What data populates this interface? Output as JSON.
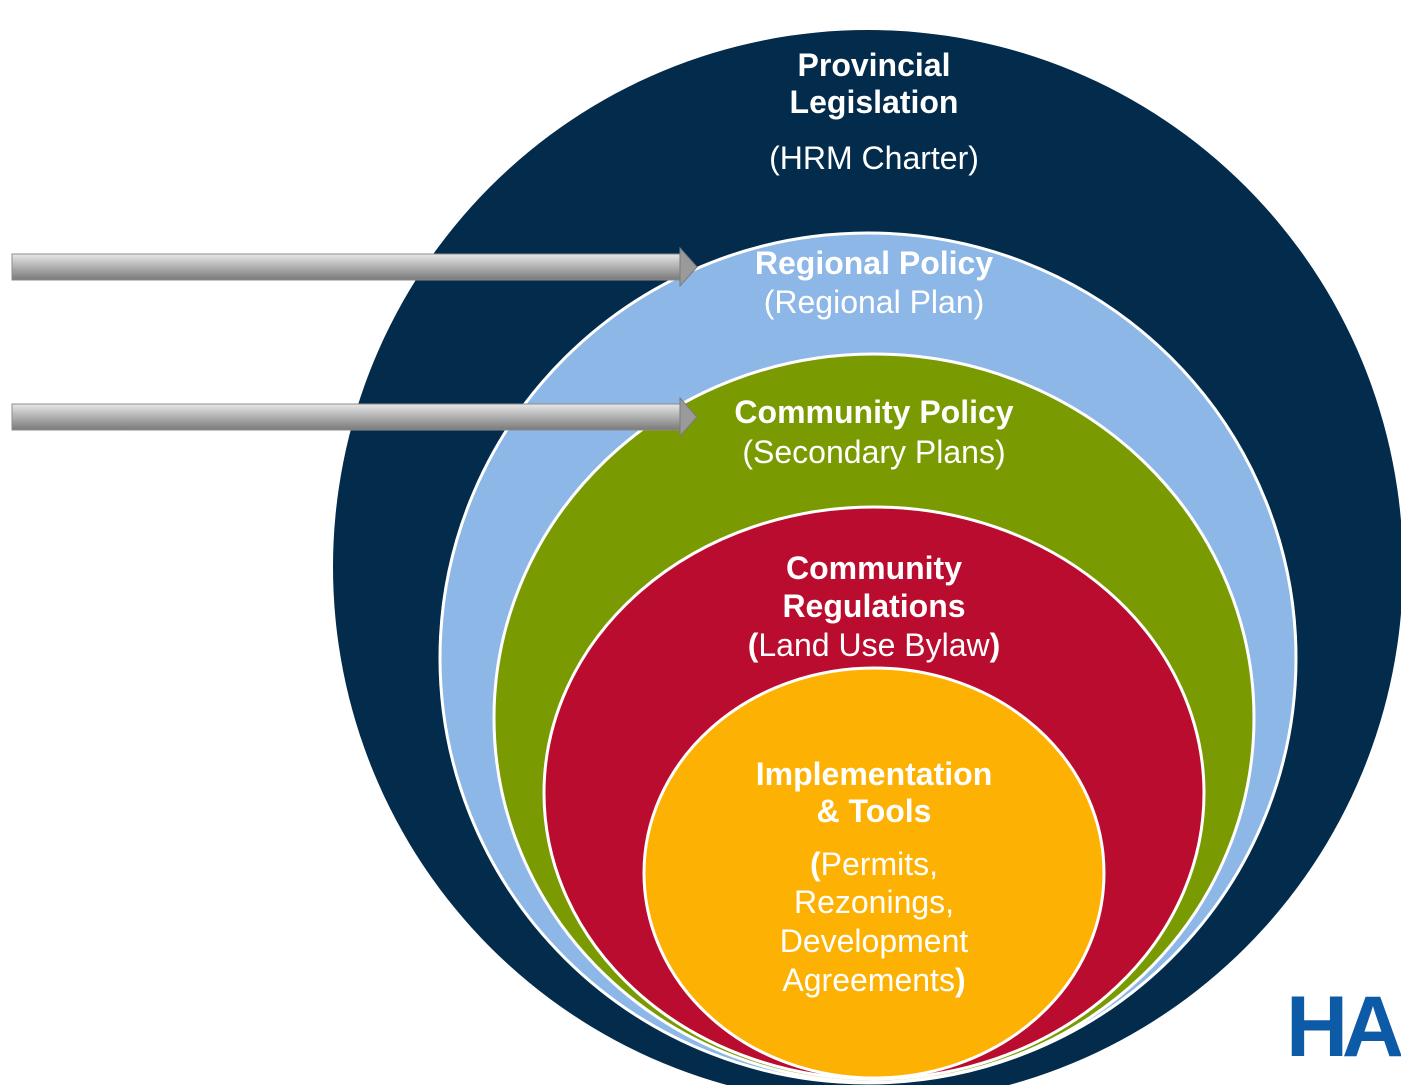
{
  "diagram": {
    "type": "nested-ellipses",
    "colors": {
      "outer_navy": "#032b4b",
      "regional_blue": "#8db7e6",
      "community_green": "#7a9a01",
      "regulation_red": "#ba0c2f",
      "implementation_gold": "#fdb103",
      "arrow_gray": "#a6a6a6",
      "logo_blue": "#0d5aa7",
      "logo_light": "#5aa7d8"
    },
    "layers": [
      {
        "id": "provincial",
        "title_lines": [
          "Provincial",
          "Legislation"
        ],
        "subtitle": "(HRM Charter)"
      },
      {
        "id": "regional",
        "title": "Regional Policy",
        "subtitle": "(Regional Plan)"
      },
      {
        "id": "community_policy",
        "title": "Community Policy",
        "subtitle": "(Secondary Plans)"
      },
      {
        "id": "community_regulations",
        "title_lines": [
          "Community",
          "Regulations"
        ],
        "subtitle_open": "(",
        "subtitle_text": "Land Use Bylaw",
        "subtitle_close": ")"
      },
      {
        "id": "implementation",
        "title_lines": [
          "Implementation",
          "& Tools"
        ],
        "subtitle_open": "(",
        "subtitle_lines": [
          "Permits,",
          "Rezonings,",
          "Development",
          "Agreements"
        ],
        "subtitle_close": ")"
      }
    ],
    "arrows": [
      {
        "id": "regional-arrow",
        "points_to": "regional"
      },
      {
        "id": "community-arrow",
        "points_to": "community_policy"
      }
    ],
    "logo": {
      "text": "HA",
      "partial": true
    }
  }
}
